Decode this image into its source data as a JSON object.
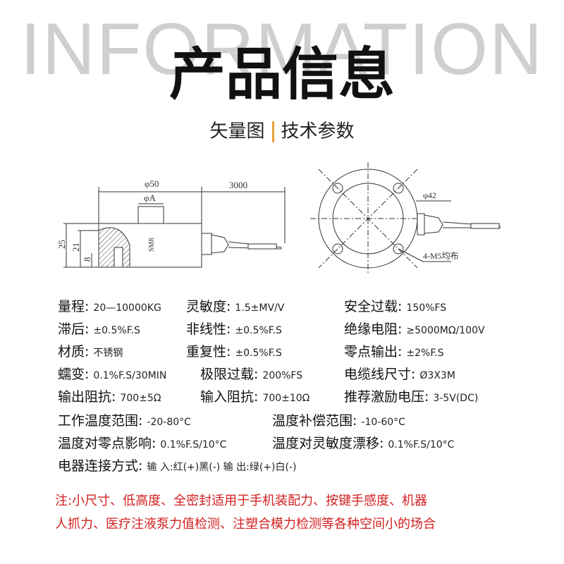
{
  "header": {
    "bg_word": "INFORMATION",
    "title": "产品信息",
    "subtitle_left": "矢量图",
    "subtitle_right": "技术参数"
  },
  "drawing": {
    "dim_diameter": "φ50",
    "dim_cable": "3000",
    "dim_inner": "φA",
    "dim_height": "25",
    "dim_21": "21",
    "dim_8": "8",
    "dim_thread": "SM8",
    "dim_top_diameter": "φ42",
    "dim_holes": "4-M5均布"
  },
  "specs": [
    {
      "label": "量程:",
      "value": "20—10000KG"
    },
    {
      "label": "灵敏度:",
      "value": "1.5±MV/V"
    },
    {
      "label": "安全过载:",
      "value": "150%FS"
    },
    {
      "label": "滞后:",
      "value": "±0.5%F.S"
    },
    {
      "label": "非线性:",
      "value": "±0.5%F.S"
    },
    {
      "label": "绝缘电阻:",
      "value": "≥5000MΩ/100V"
    },
    {
      "label": "材质:",
      "value": "不锈钢"
    },
    {
      "label": "重复性:",
      "value": "±0.5%F.S"
    },
    {
      "label": "零点输出:",
      "value": "±2%F.S"
    },
    {
      "label": "蠕变:",
      "value": "0.1%F.S/30MIN"
    },
    {
      "label": "极限过载:",
      "value": "200%FS"
    },
    {
      "label": "电缆线尺寸:",
      "value": "Ø3X3M"
    },
    {
      "label": "输出阻抗:",
      "value": "700±5Ω"
    },
    {
      "label": "输入阻抗:",
      "value": "700±10Ω"
    },
    {
      "label": "推荐激励电压:",
      "value": "3-5V(DC)"
    },
    {
      "label": "工作温度范围:",
      "value": "-20-80°C"
    },
    {
      "label": "温度补偿范围:",
      "value": "-10-60°C"
    },
    {
      "label": "温度对零点影响:",
      "value": "0.1%F.S/10°C"
    },
    {
      "label": "温度对灵敏度漂移:",
      "value": "0.1%F.S/10°C"
    },
    {
      "label": "电器连接方式:",
      "value": "输 入:红(+)黑(-)   输 出:绿(+)白(-)"
    }
  ],
  "note": {
    "line1": "注:小尺寸、低高度、全密封适用于手机装配力、按键手感度、机器",
    "line2": "人抓力、医疗注液泵力值检测、注塑合模力检测等各种空间小的场合"
  },
  "colors": {
    "accent": "#e88a2a",
    "note": "#d21f1f",
    "bg_word": "#cfcfcf"
  }
}
